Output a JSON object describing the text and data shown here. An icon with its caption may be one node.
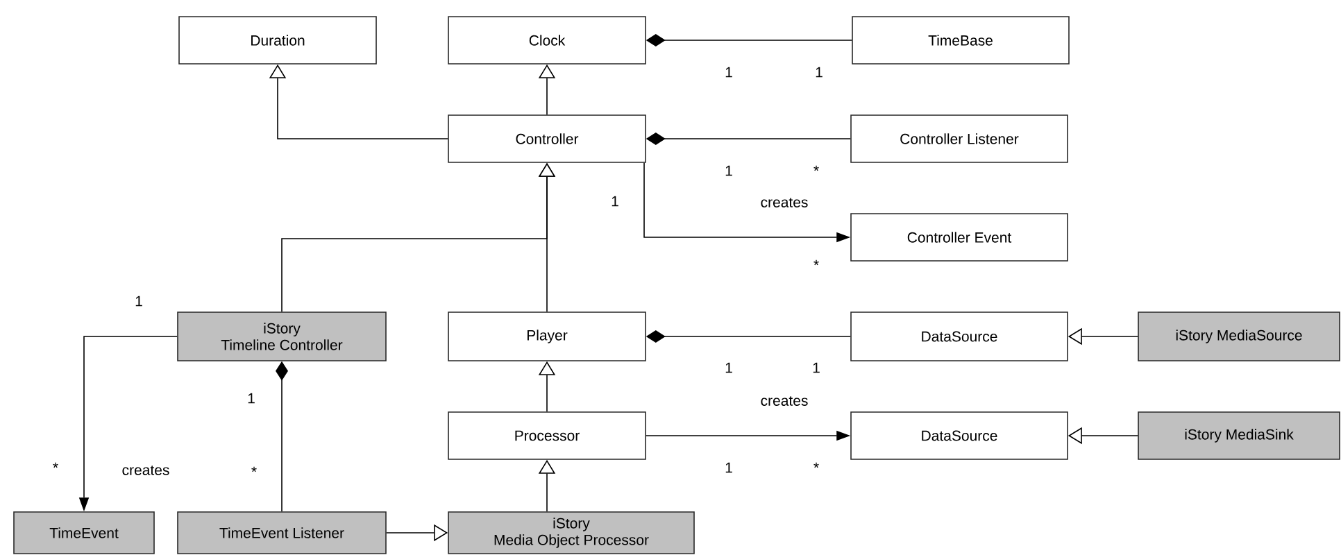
{
  "diagram": {
    "nodes": [
      {
        "text": [
          "Duration"
        ]
      },
      {
        "text": [
          "Clock"
        ]
      },
      {
        "text": [
          "TimeBase"
        ]
      },
      {
        "text": [
          "Controller"
        ]
      },
      {
        "text": [
          "Controller Listener"
        ]
      },
      {
        "text": [
          "Controller Event"
        ]
      },
      {
        "text": [
          "iStory Timeline Controller"
        ]
      },
      {
        "text": [
          "Player"
        ]
      },
      {
        "text": [
          "DataSource"
        ]
      },
      {
        "text": [
          "iStory MediaSource"
        ]
      },
      {
        "text": [
          "Processor"
        ]
      },
      {
        "text": [
          "DataSource"
        ]
      },
      {
        "text": [
          "iStory MediaSink"
        ]
      },
      {
        "text": [
          "TimeEvent"
        ]
      },
      {
        "text": [
          "TimeEvent Listener"
        ]
      },
      {
        "text": [
          "iStory Media Object Processor"
        ]
      }
    ],
    "edges": [
      {
        "from": 3,
        "to": 0,
        "arrow": "to"
      },
      {
        "from": 3,
        "to": 1,
        "arrow": "to"
      },
      {
        "from": 2,
        "to": 1,
        "arrow": "other"
      },
      {
        "from": 4,
        "to": 3,
        "arrow": "other"
      },
      {
        "from": 3,
        "to": 5,
        "arrow": "to",
        "label": "creates"
      },
      {
        "from": 6,
        "to": 3,
        "arrow": "to"
      },
      {
        "from": 7,
        "to": 3,
        "arrow": "to"
      },
      {
        "from": 8,
        "to": 7,
        "arrow": "other"
      },
      {
        "from": 9,
        "to": 8,
        "arrow": "to"
      },
      {
        "from": 10,
        "to": 7,
        "arrow": "to"
      },
      {
        "from": 10,
        "to": 11,
        "arrow": "to",
        "label": "creates"
      },
      {
        "from": 12,
        "to": 11,
        "arrow": "to"
      },
      {
        "from": 15,
        "to": 10,
        "arrow": "to"
      },
      {
        "from": 14,
        "to": 15,
        "arrow": "to"
      },
      {
        "from": 6,
        "to": 13,
        "arrow": "to",
        "label": "creates"
      },
      {
        "from": 14,
        "to": 6,
        "arrow": "other"
      }
    ],
    "labels": [
      "1",
      "1",
      "1",
      "*",
      "1",
      "*",
      "1",
      "1",
      "1",
      "1",
      "1",
      "*",
      "*",
      "*"
    ]
  }
}
